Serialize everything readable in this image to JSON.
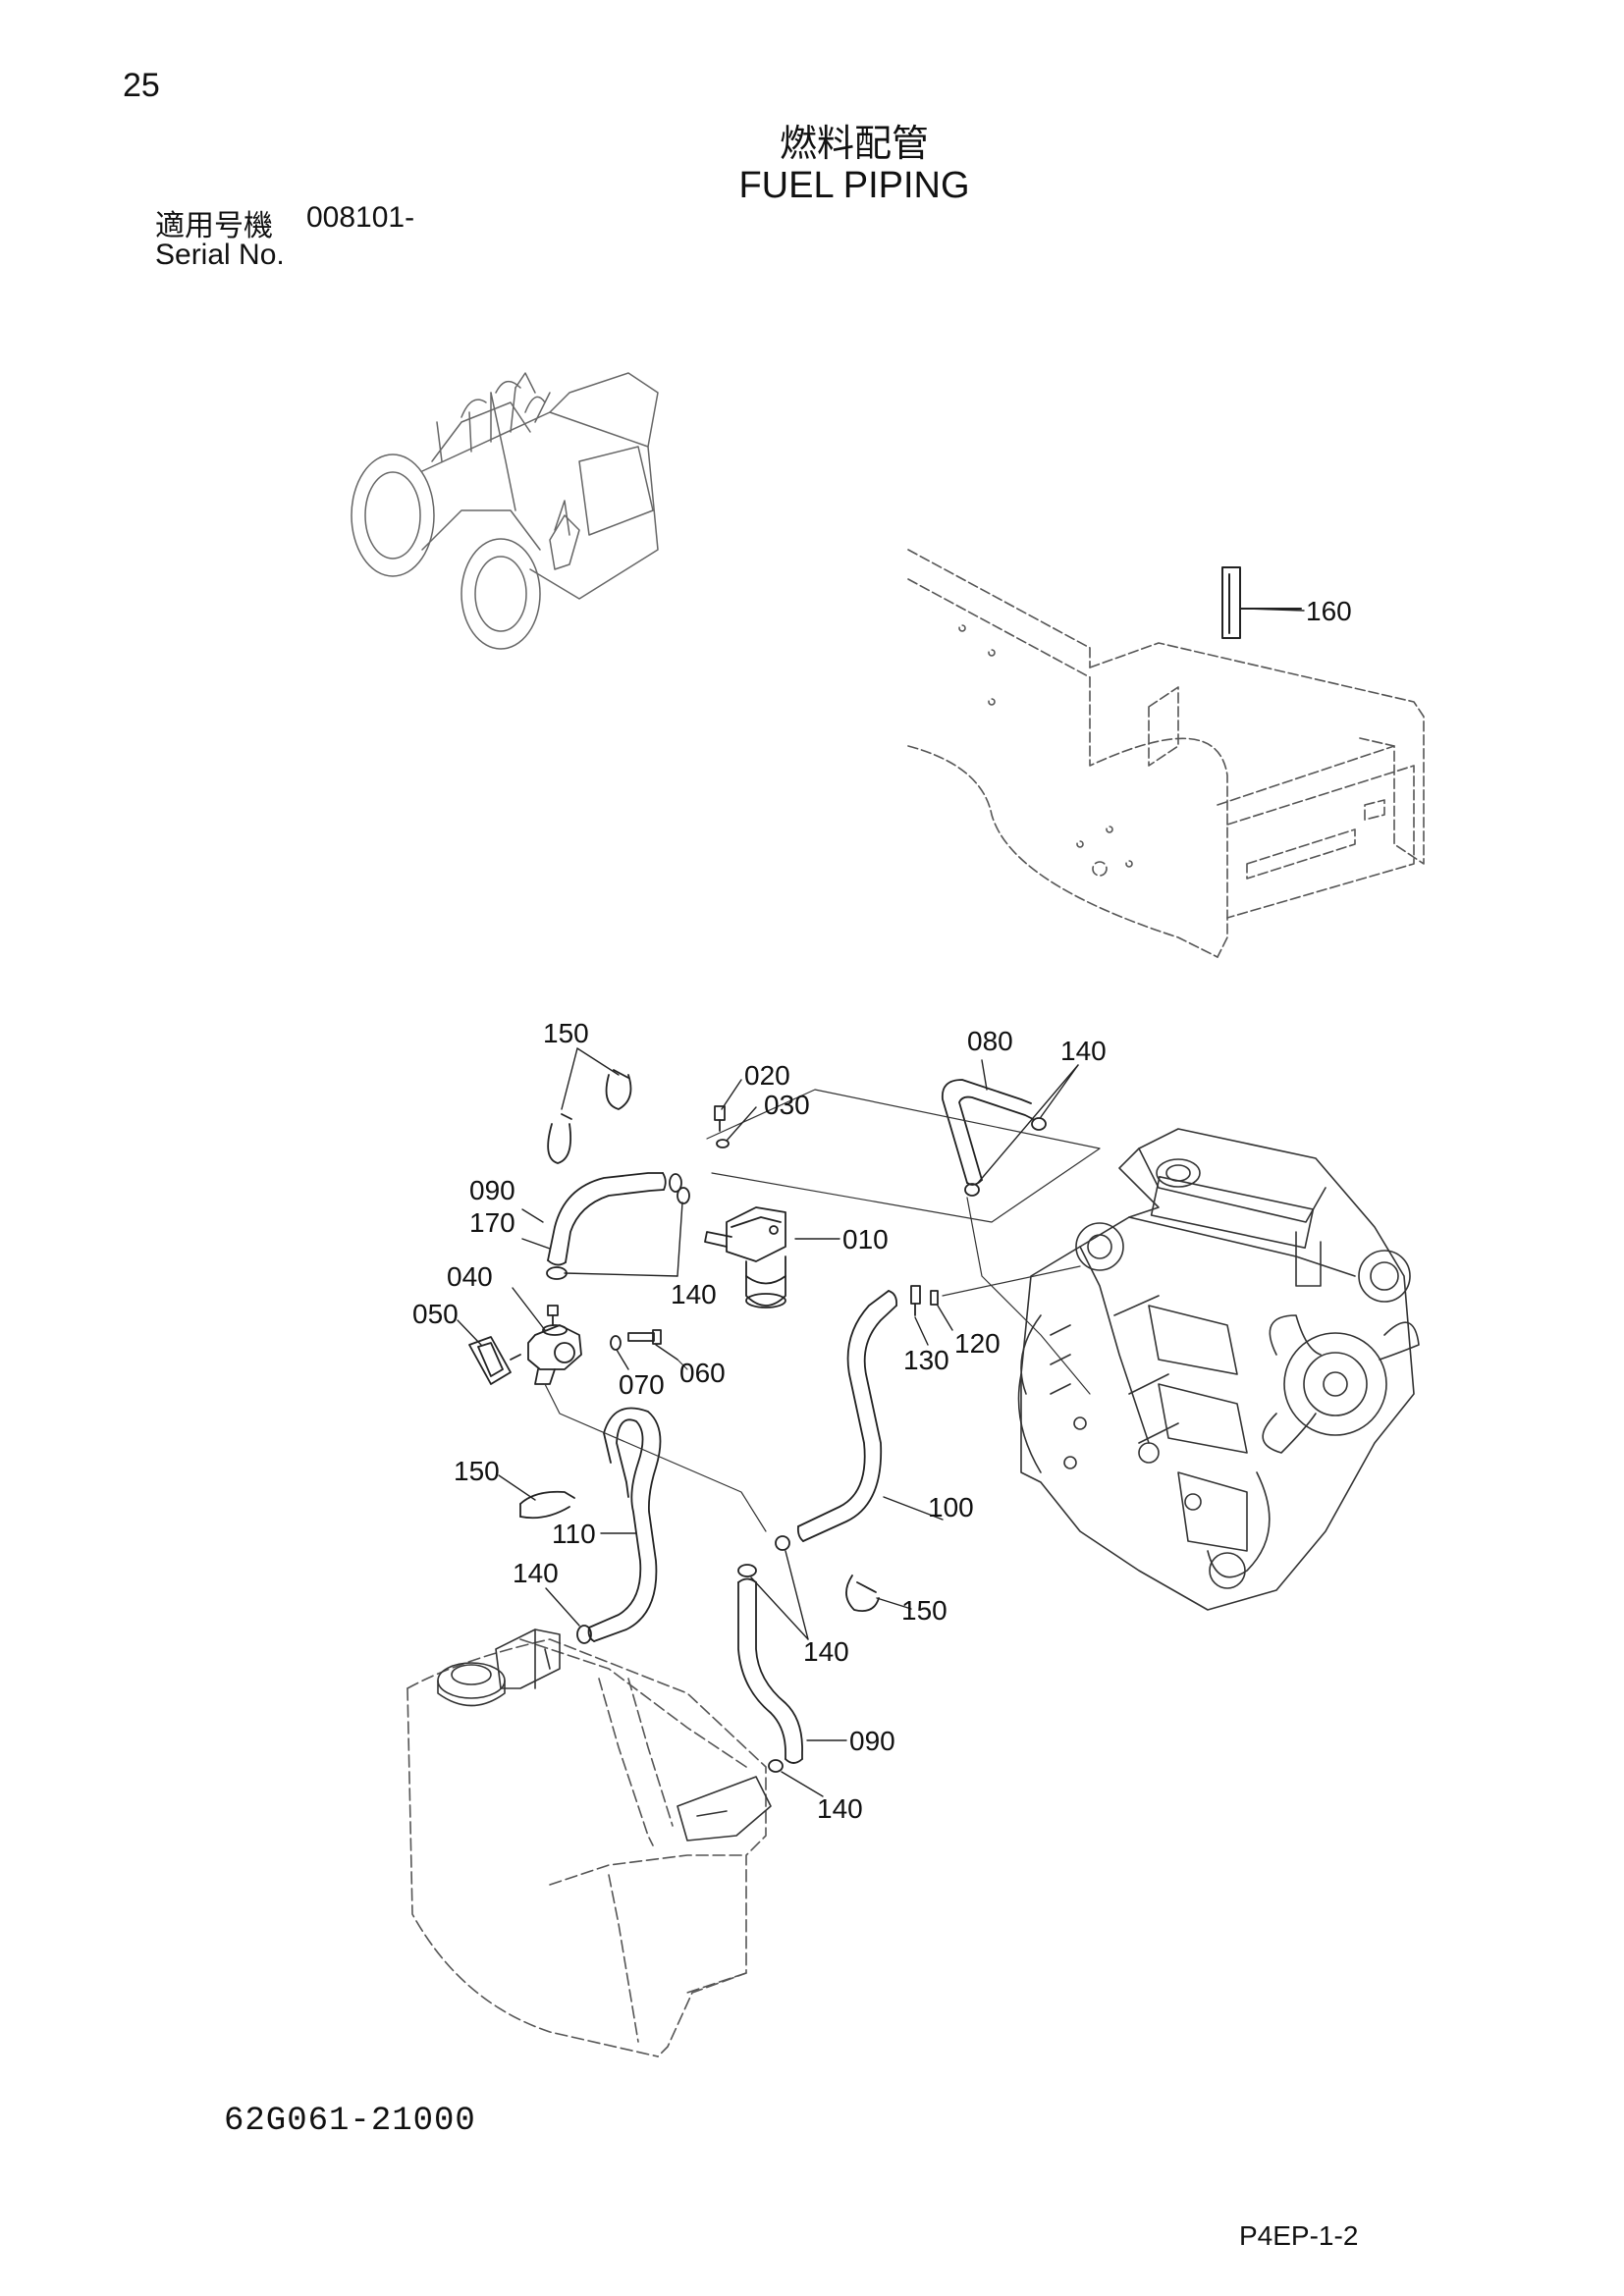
{
  "page": {
    "number": "25",
    "title_jp": "燃料配管",
    "title_en": "FUEL PIPING",
    "serial_label_jp": "適用号機",
    "serial_value": "008101-",
    "serial_label_en": "Serial No.",
    "part_number": "62G061-21000",
    "page_code": "P4EP-1-2"
  },
  "callouts": {
    "c160": "160",
    "c150a": "150",
    "c020": "020",
    "c030": "030",
    "c080": "080",
    "c140a": "140",
    "c090a": "090",
    "c170": "170",
    "c010": "010",
    "c040": "040",
    "c140b": "140",
    "c050": "050",
    "c070": "070",
    "c060": "060",
    "c130": "130",
    "c120": "120",
    "c150b": "150",
    "c110": "110",
    "c100": "100",
    "c140c": "140",
    "c150c": "150",
    "c140d": "140",
    "c090b": "090",
    "c140e": "140"
  }
}
